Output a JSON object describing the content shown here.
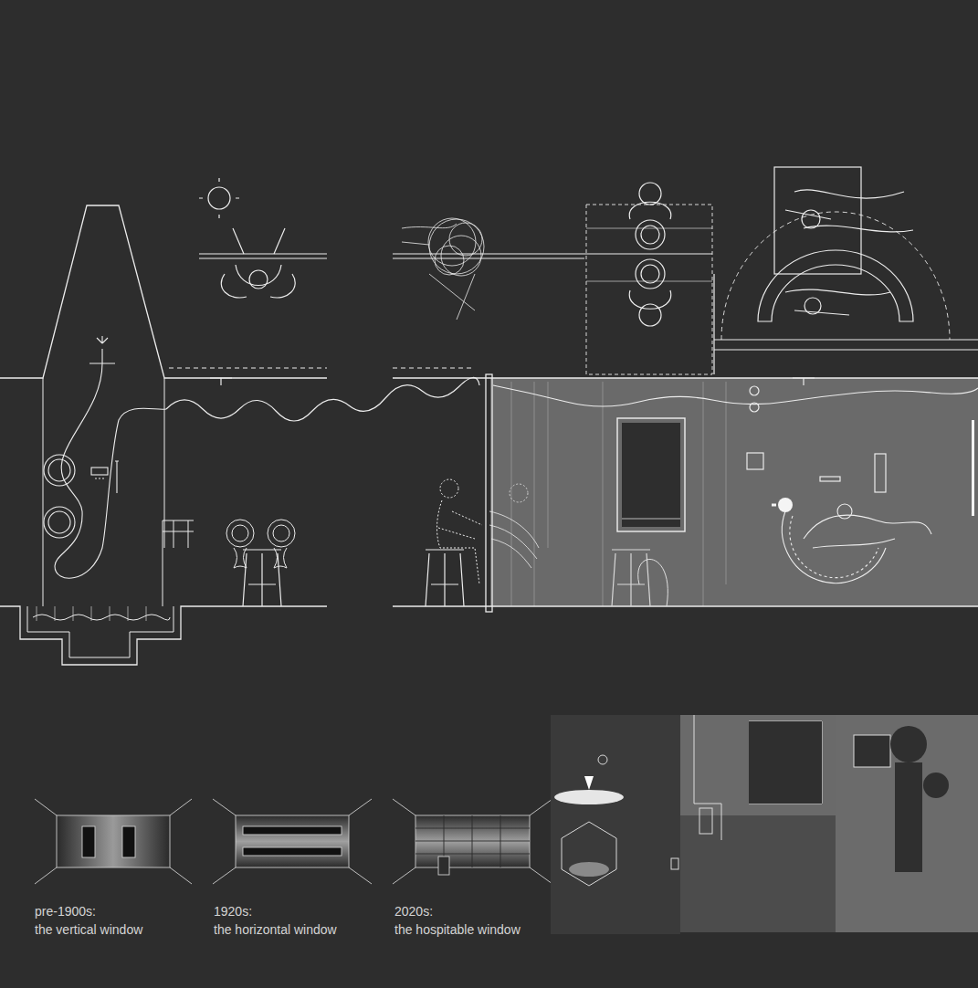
{
  "diagram": {
    "labels": [
      "pre-1900s: the vertical window",
      "1920s: the horizontal window",
      "2020s: the hospitable window"
    ]
  }
}
